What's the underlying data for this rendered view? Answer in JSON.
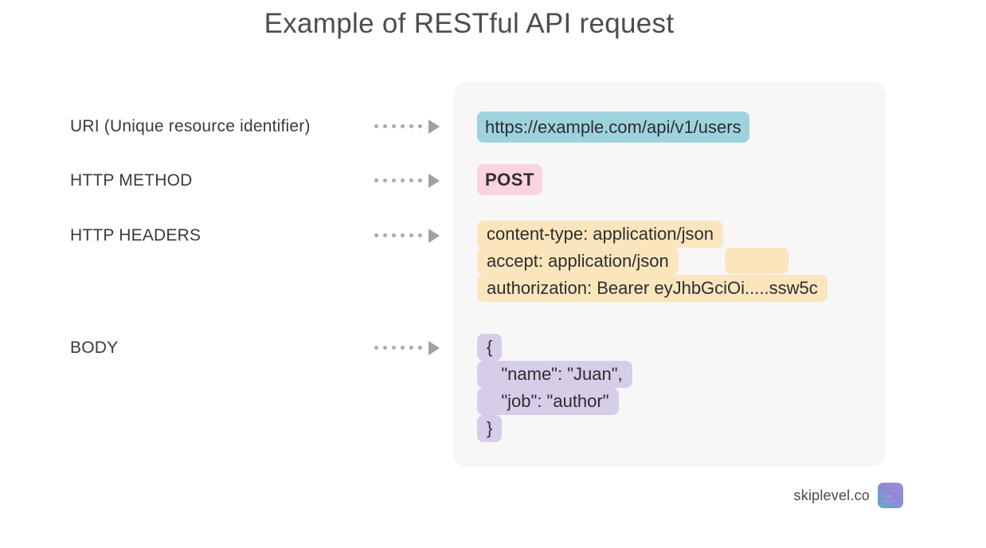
{
  "title": "Example of RESTful API request",
  "rows": [
    {
      "label": "URI (Unique resource identifier)"
    },
    {
      "label": "HTTP METHOD"
    },
    {
      "label": "HTTP HEADERS"
    },
    {
      "label": "BODY"
    }
  ],
  "request": {
    "uri": "https://example.com/api/v1/users",
    "method": "POST",
    "headers": [
      "content-type: application/json",
      "accept: application/json",
      "authorization: Bearer eyJhbGciOi.....ssw5c"
    ],
    "body_lines": [
      "{",
      "   \"name\": \"Juan\",",
      "   \"job\": \"author\"",
      "}"
    ]
  },
  "footer": {
    "brand": "skiplevel.co",
    "logo_icon": "skiplevel-logo"
  },
  "colors": {
    "uri_highlight": "#9ed3de",
    "method_highlight": "#f9d3de",
    "headers_highlight": "#fae5bd",
    "body_highlight": "#d6cde9",
    "panel_background": "#f7f7f8",
    "arrow": "#a6a6a6",
    "title_text": "#4d4d4d",
    "label_text": "#3b3b3b",
    "code_text": "#2e2e2e",
    "logo_purple": "#9c8ad8",
    "logo_teal": "#4fb5c6"
  }
}
